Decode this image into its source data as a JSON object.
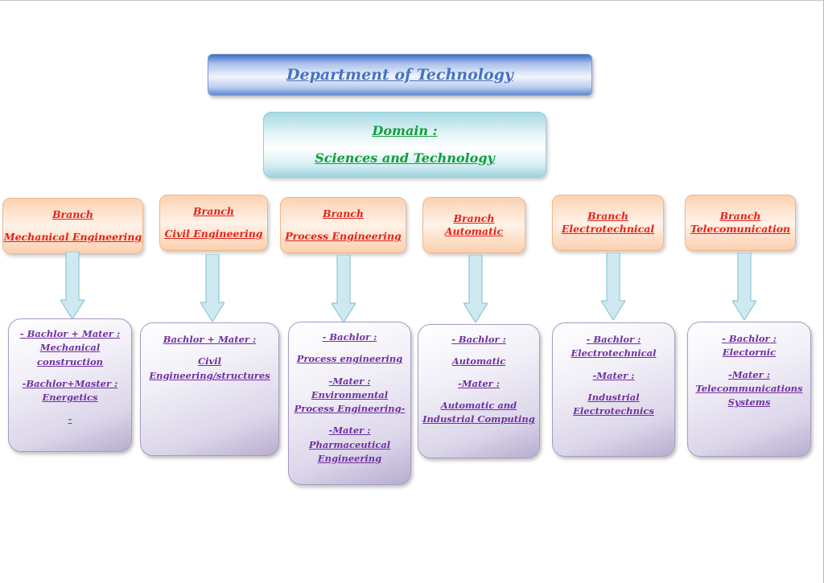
{
  "department": {
    "title": "Department of  Technology"
  },
  "domain": {
    "line1": "Domain :",
    "line2": "Sciences and Technology"
  },
  "branches": [
    {
      "line1": "Branch",
      "line2": "Mechanical Engineering"
    },
    {
      "line1": "Branch",
      "line2": "Civil Engineering"
    },
    {
      "line1": "Branch",
      "line2": "Process Engineering"
    },
    {
      "line1": "Branch",
      "line2": "Automatic"
    },
    {
      "line1": "Branch",
      "line2": "Electrotechnical"
    },
    {
      "line1": "Branch",
      "line2": "Telecomunication"
    }
  ],
  "programs": [
    [
      "- Bachlor + Mater :",
      "Mechanical",
      "construction",
      "",
      "-Bachlor+Master :",
      "Energetics",
      "",
      "-"
    ],
    [
      "Bachlor + Mater :",
      "",
      "Civil",
      "Engineering/structures"
    ],
    [
      "- Bachlor :",
      "",
      "Process engineering",
      "",
      "-Mater :",
      "Environmental",
      "Process Engineering-",
      "",
      "-Mater :",
      "Pharmaceutical",
      "Engineering"
    ],
    [
      "- Bachlor :",
      "",
      "Automatic",
      "",
      "-Mater :",
      "",
      "Automatic and",
      "Industrial Computing"
    ],
    [
      "- Bachlor :",
      "Electrotechnical",
      "",
      "-Mater :",
      "",
      "Industrial",
      "Electrotechnics"
    ],
    [
      "- Bachlor :",
      "Electornic",
      "",
      "-Mater :",
      "Telecommunications",
      "Systems"
    ]
  ],
  "colors": {
    "department_text": "#4472c4",
    "domain_text": "#0fa03a",
    "branch_text": "#e2231a",
    "program_text": "#7030a0",
    "arrow_fill": "#cfe9f0",
    "arrow_stroke": "#8ec8d6"
  }
}
